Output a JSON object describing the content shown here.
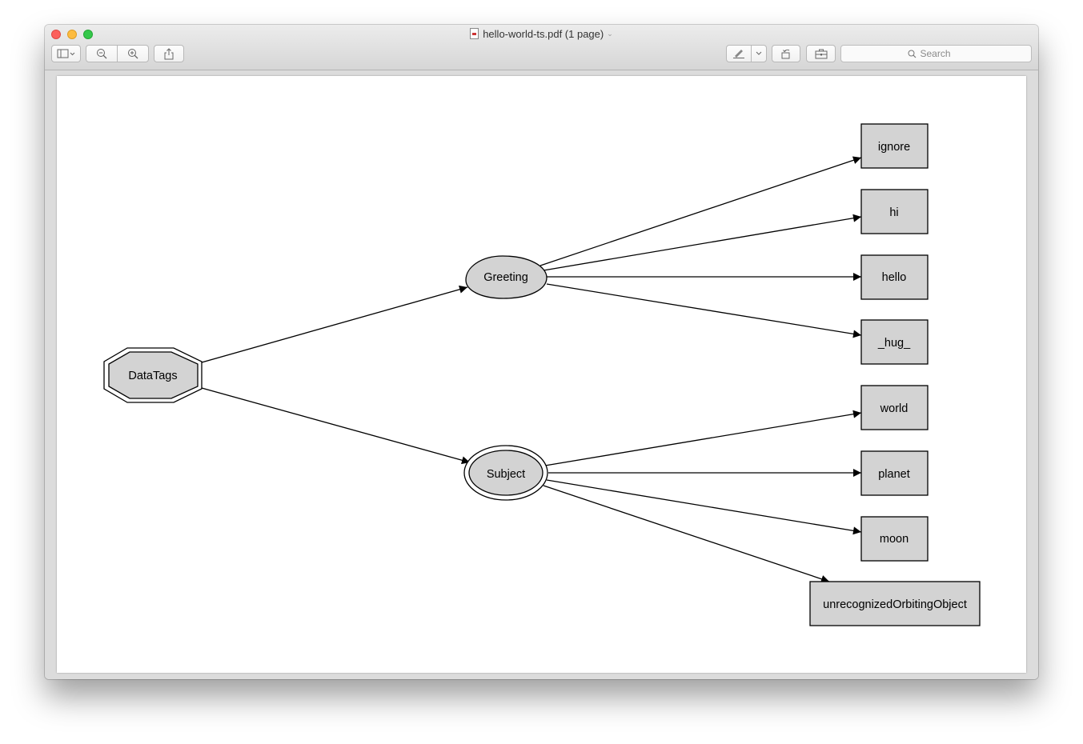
{
  "window": {
    "title": "hello-world-ts.pdf (1 page)",
    "search_placeholder": "Search"
  },
  "toolbar": {
    "sidebar_button": "sidebar-toggle-icon",
    "zoom_out": "zoom-out-icon",
    "zoom_in": "zoom-in-icon",
    "share": "share-icon",
    "markup": "pen-icon",
    "rotate": "rotate-icon",
    "toolbox": "toolbox-icon"
  },
  "graph": {
    "nodes": [
      {
        "id": "datatags",
        "label": "DataTags",
        "shape": "doubleoctagon"
      },
      {
        "id": "greeting",
        "label": "Greeting",
        "shape": "egg"
      },
      {
        "id": "subject",
        "label": "Subject",
        "shape": "doublecircle-ellipse"
      },
      {
        "id": "ignore",
        "label": "ignore",
        "shape": "box"
      },
      {
        "id": "hi",
        "label": "hi",
        "shape": "box"
      },
      {
        "id": "hello",
        "label": "hello",
        "shape": "box"
      },
      {
        "id": "hug",
        "label": "_hug_",
        "shape": "box"
      },
      {
        "id": "world",
        "label": "world",
        "shape": "box"
      },
      {
        "id": "planet",
        "label": "planet",
        "shape": "box"
      },
      {
        "id": "moon",
        "label": "moon",
        "shape": "box"
      },
      {
        "id": "uoo",
        "label": "unrecognizedOrbitingObject",
        "shape": "box"
      }
    ],
    "edges": [
      [
        "datatags",
        "greeting"
      ],
      [
        "datatags",
        "subject"
      ],
      [
        "greeting",
        "ignore"
      ],
      [
        "greeting",
        "hi"
      ],
      [
        "greeting",
        "hello"
      ],
      [
        "greeting",
        "hug"
      ],
      [
        "subject",
        "world"
      ],
      [
        "subject",
        "planet"
      ],
      [
        "subject",
        "moon"
      ],
      [
        "subject",
        "uoo"
      ]
    ],
    "colors": {
      "fill": "#d3d3d3",
      "stroke": "#000000"
    }
  }
}
